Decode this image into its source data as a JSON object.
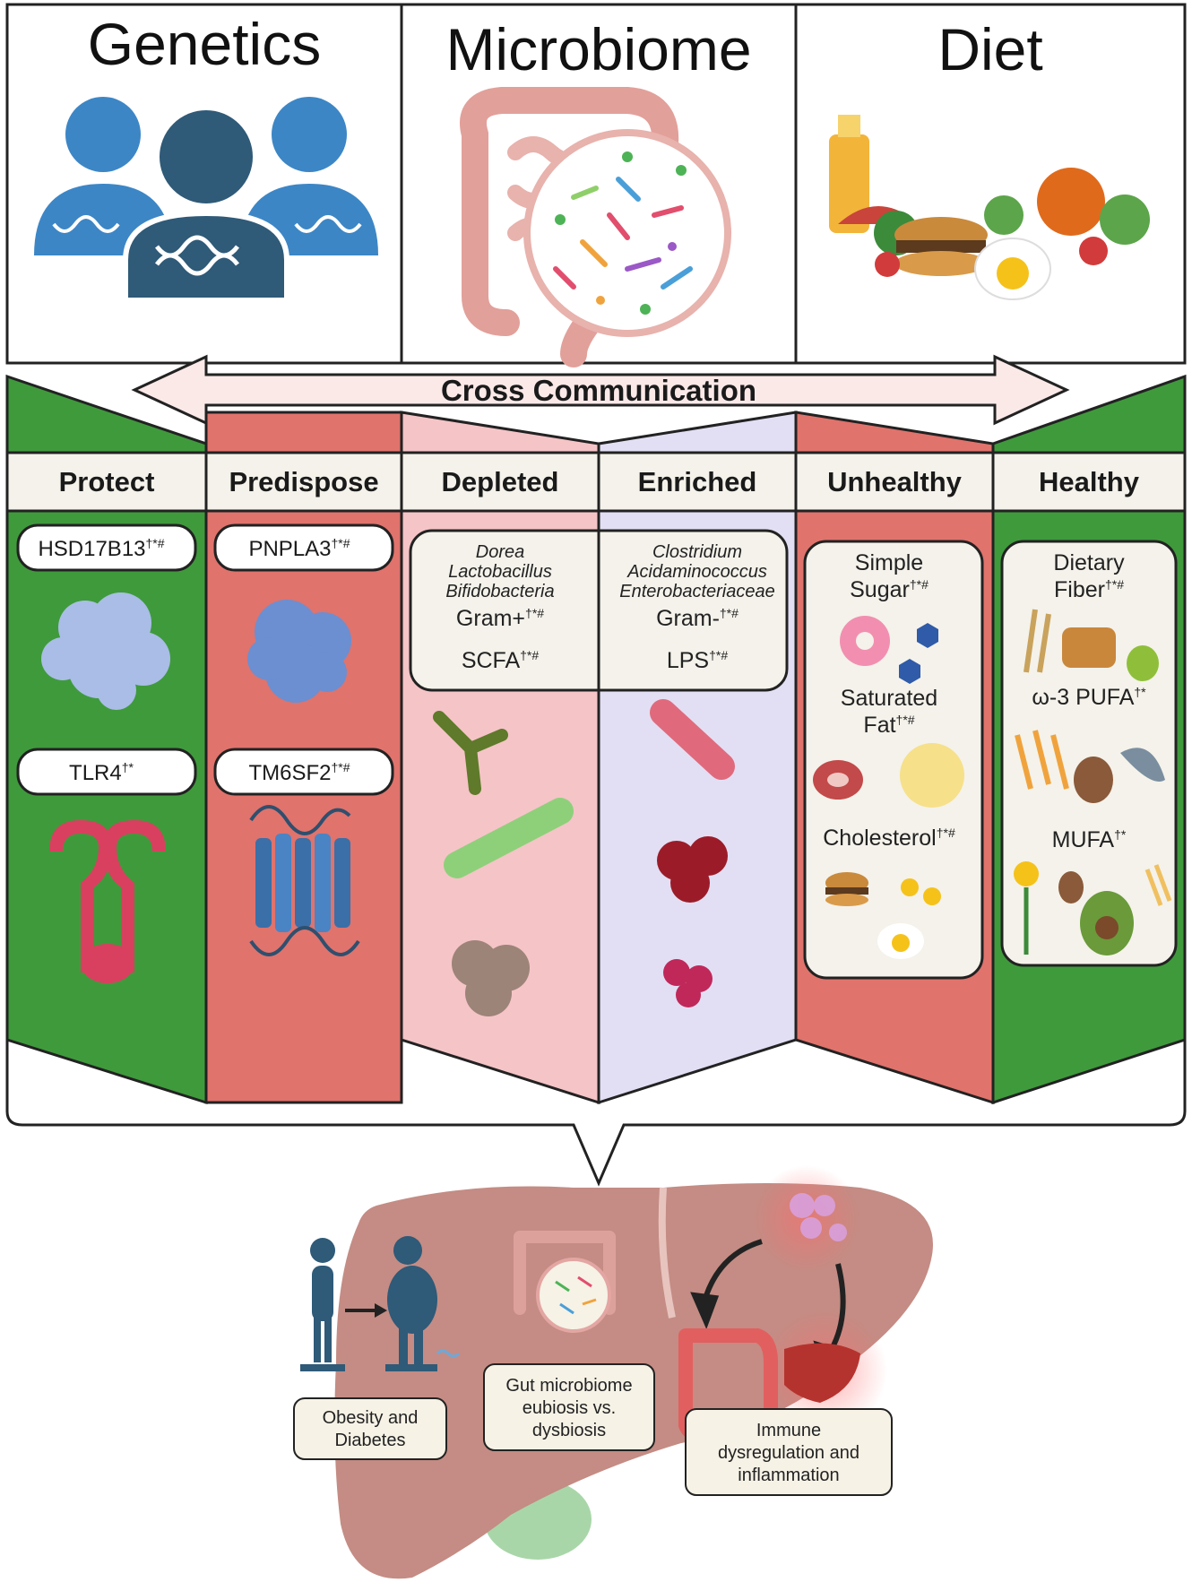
{
  "headers": {
    "genetics": "Genetics",
    "microbiome": "Microbiome",
    "diet": "Diet"
  },
  "cross_communication": "Cross Communication",
  "columns": {
    "protect": "Protect",
    "predispose": "Predispose",
    "depleted": "Depleted",
    "enriched": "Enriched",
    "unhealthy": "Unhealthy",
    "healthy": "Healthy"
  },
  "genes": {
    "hsd17b13": "HSD17B13",
    "hsd17b13_sup": "†*#",
    "tlr4": "TLR4",
    "tlr4_sup": "†*",
    "pnpla3": "PNPLA3",
    "pnpla3_sup": "†*#",
    "tm6sf2": "TM6SF2",
    "tm6sf2_sup": "†*#"
  },
  "depleted_box": {
    "taxa": [
      "Dorea",
      "Lactobacillus",
      "Bifidobacteria"
    ],
    "gram": "Gram+",
    "gram_sup": "†*#",
    "metabolite": "SCFA",
    "metabolite_sup": "†*#"
  },
  "enriched_box": {
    "taxa": [
      "Clostridium",
      "Acidaminococcus",
      "Enterobacteriaceae"
    ],
    "gram": "Gram-",
    "gram_sup": "†*#",
    "metabolite": "LPS",
    "metabolite_sup": "†*#"
  },
  "unhealthy_box": {
    "simple_sugar_1": "Simple",
    "simple_sugar_2": "Sugar",
    "simple_sugar_sup": "†*#",
    "saturated_1": "Saturated",
    "saturated_2": "Fat",
    "saturated_sup": "†*#",
    "cholesterol": "Cholesterol",
    "cholesterol_sup": "†*#"
  },
  "healthy_box": {
    "fiber_1": "Dietary",
    "fiber_2": "Fiber",
    "fiber_sup": "†*#",
    "pufa": "ω-3 PUFA",
    "pufa_sup": "†*",
    "mufa": "MUFA",
    "mufa_sup": "†*"
  },
  "liver_labels": {
    "obesity_1": "Obesity and",
    "obesity_2": "Diabetes",
    "gut_1": "Gut microbiome",
    "gut_2": "eubiosis vs.",
    "gut_3": "dysbiosis",
    "immune_1": "Immune",
    "immune_2": "dysregulation and",
    "immune_3": "inflammation"
  },
  "colors": {
    "green": "#3f9a3c",
    "red_panel": "#e0736c",
    "pink_panel": "#f5c4c7",
    "lavender_panel": "#e2dff4",
    "liver": "#c48c84",
    "person_light": "#3c86c6",
    "person_dark": "#2f5a78"
  }
}
